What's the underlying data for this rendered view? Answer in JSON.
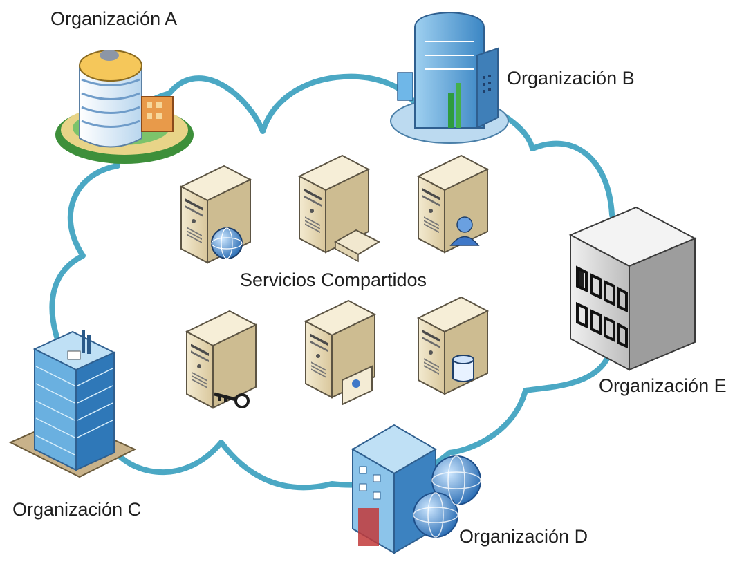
{
  "diagram": {
    "center_label": "Servicios Compartidos",
    "organizations": [
      {
        "id": "a",
        "label": "Organización A",
        "icon": "office-tower-icon"
      },
      {
        "id": "b",
        "label": "Organización B",
        "icon": "corporate-building-icon"
      },
      {
        "id": "c",
        "label": "Organización C",
        "icon": "glass-skyscraper-icon"
      },
      {
        "id": "d",
        "label": "Organización D",
        "icon": "building-with-globes-icon"
      },
      {
        "id": "e",
        "label": "Organización E",
        "icon": "gray-building-icon"
      }
    ],
    "servers": [
      {
        "icon": "web-server-icon",
        "badge": "globe-icon"
      },
      {
        "icon": "mail-server-icon",
        "badge": "envelope-icon"
      },
      {
        "icon": "directory-server-icon",
        "badge": "user-icon"
      },
      {
        "icon": "security-server-icon",
        "badge": "key-icon"
      },
      {
        "icon": "certificate-server-icon",
        "badge": "card-icon"
      },
      {
        "icon": "database-server-icon",
        "badge": "database-icon"
      }
    ],
    "colors": {
      "cloud_outline": "#4ba8c4",
      "server_body": "#e6d8b4",
      "server_side": "#c7b68c",
      "glass_blue": "#5aa4d8",
      "gray_building": "#d4d4d4"
    }
  }
}
